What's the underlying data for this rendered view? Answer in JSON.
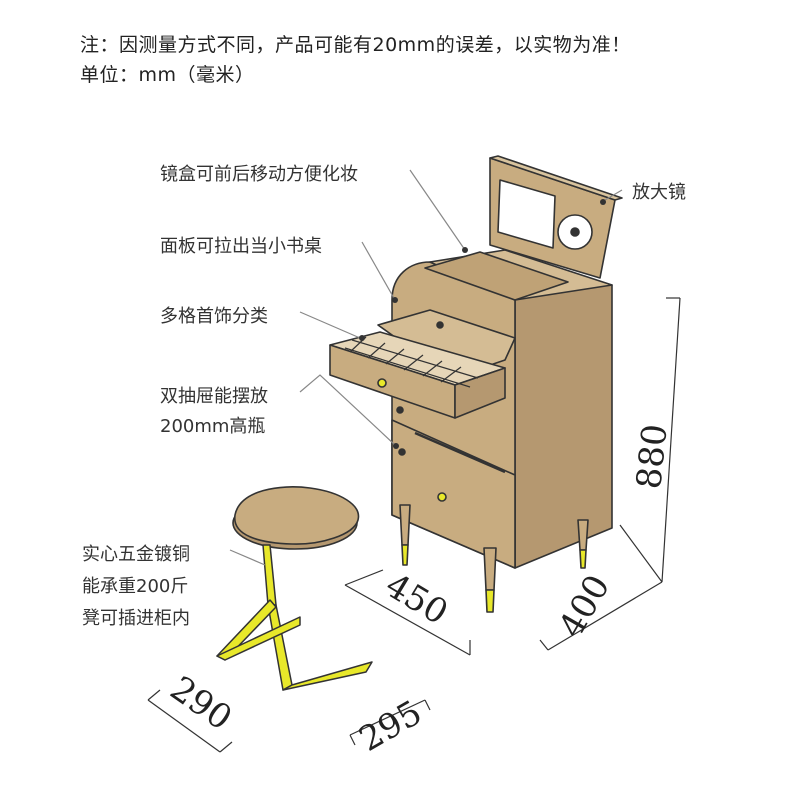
{
  "notes": {
    "line1": "注：因测量方式不同，产品可能有20mm的误差，以实物为准！",
    "line2": "单位：mm（毫米）"
  },
  "callouts": {
    "mirror_box": "镜盒可前后移动方便化妆",
    "magnifier": "放大镜",
    "panel": "面板可拉出当小书桌",
    "compartments": "多格首饰分类",
    "drawers_l1": "双抽屉能摆放",
    "drawers_l2": "200mm高瓶",
    "stool_l1": "实心五金镀铜",
    "stool_l2": "能承重200斤",
    "stool_l3": "凳可插进柜内"
  },
  "dimensions": {
    "height": "880",
    "depth": "400",
    "width": "450",
    "stool_w": "290",
    "stool_d": "295"
  },
  "colors": {
    "wood": "#C8AC80",
    "wood_dark": "#B59870",
    "metal": "#E8E82A",
    "line": "#333333",
    "leader": "#888888"
  }
}
